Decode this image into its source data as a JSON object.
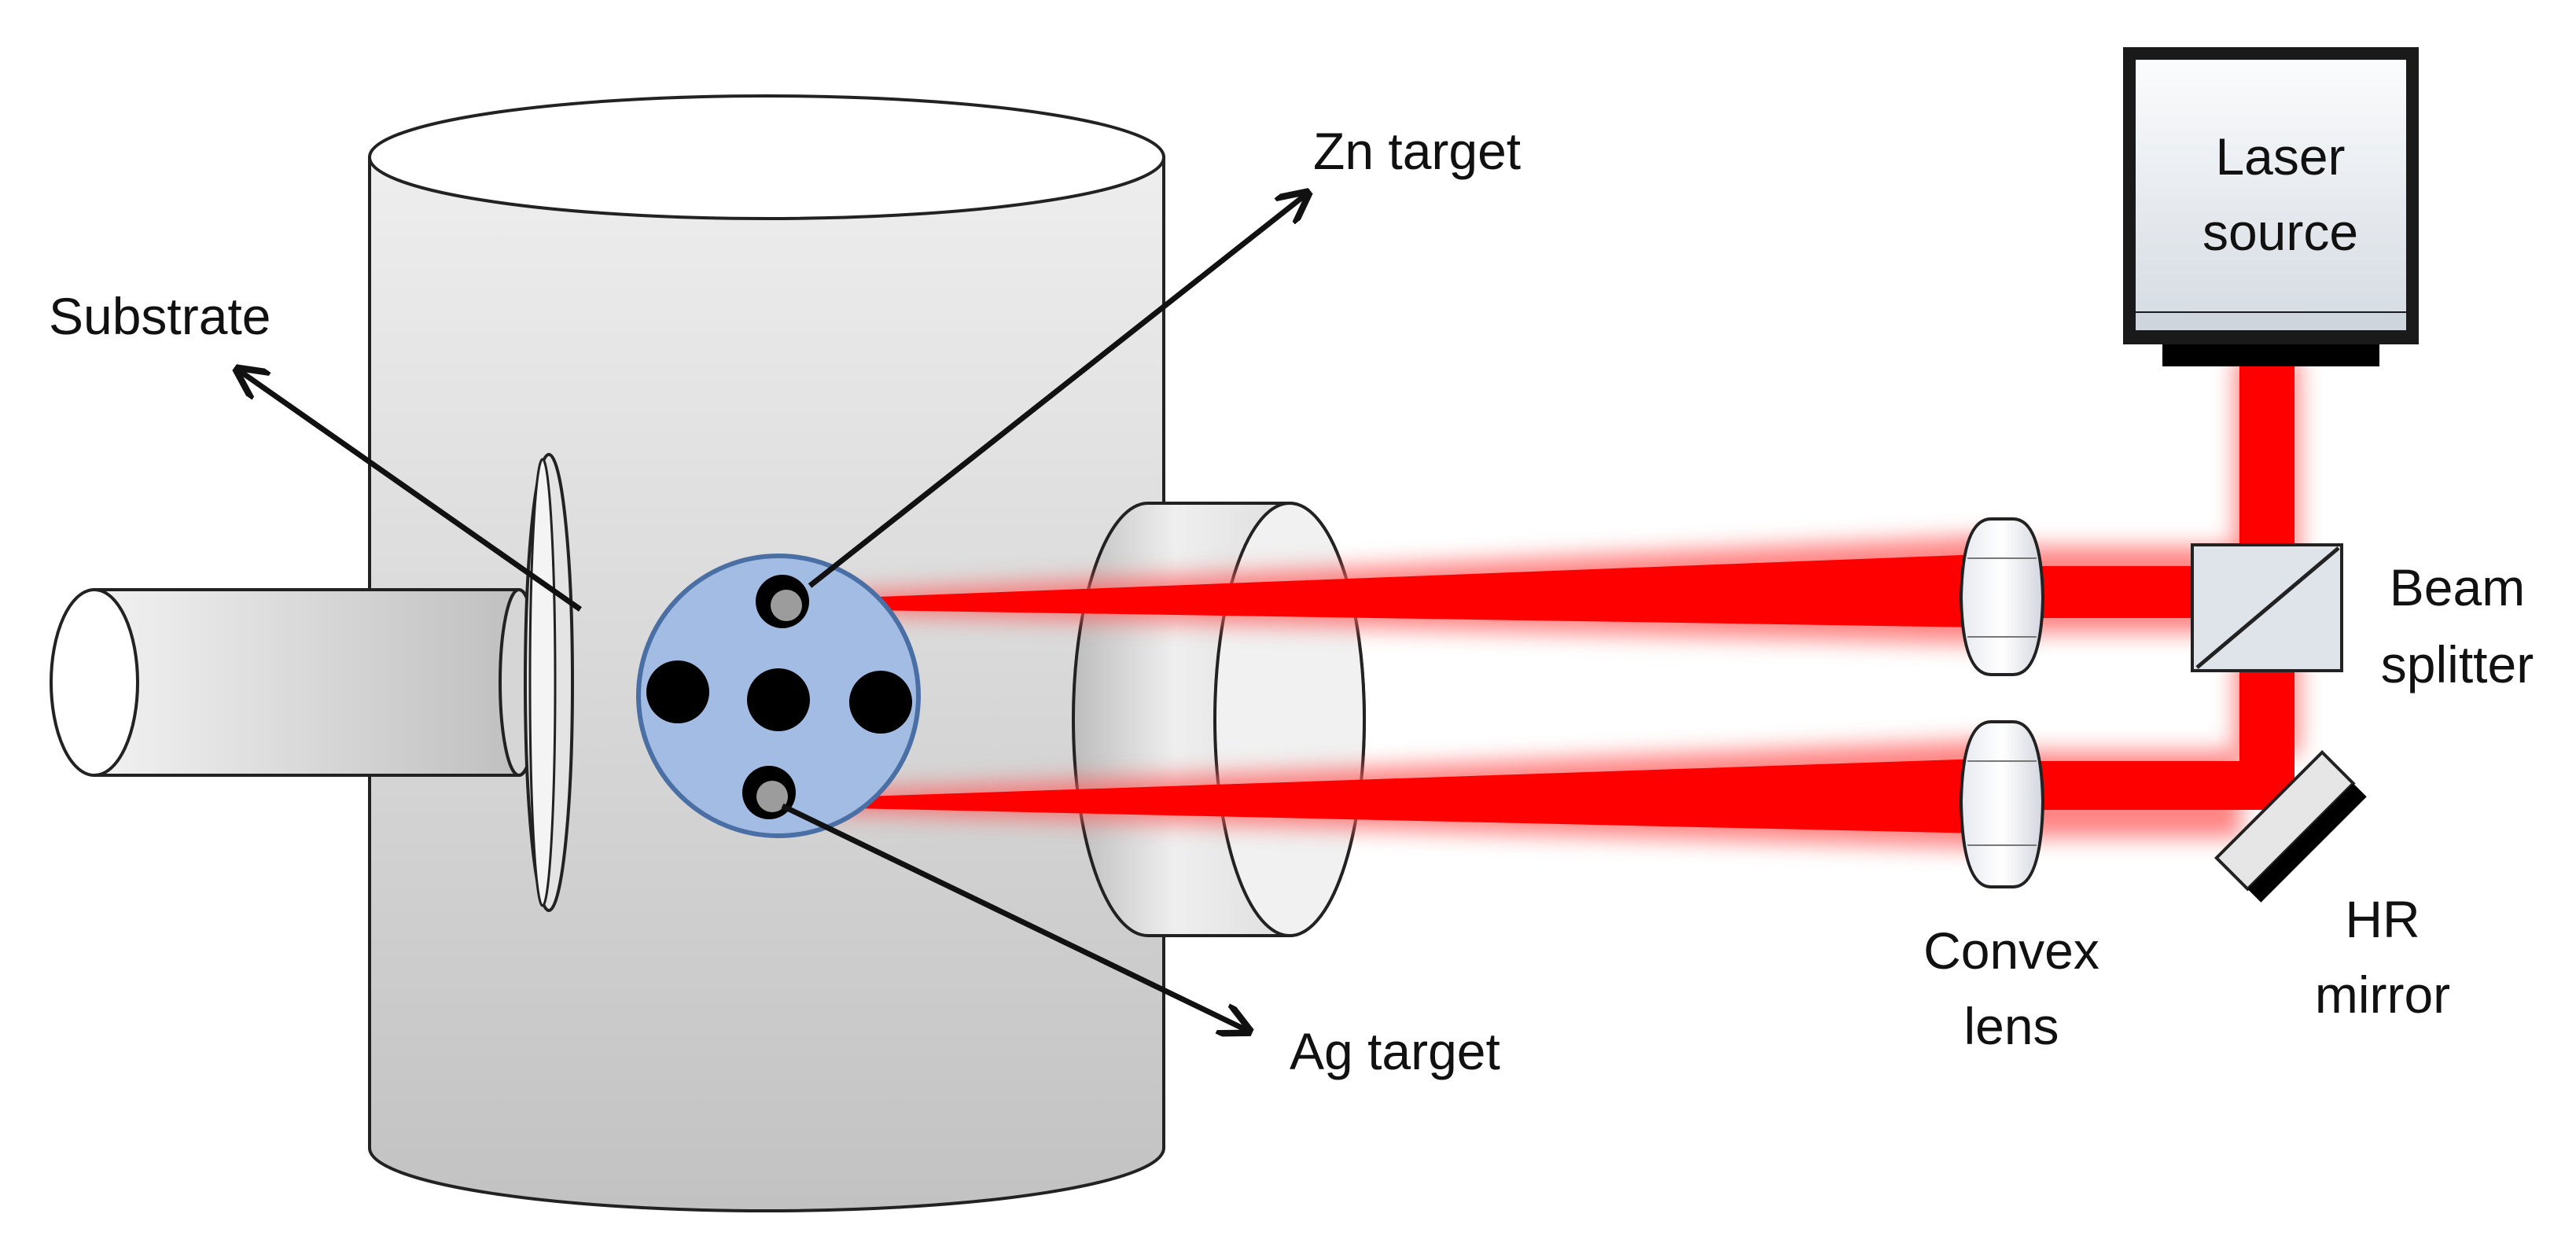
{
  "labels": {
    "substrate": "Substrate",
    "zn_target": "Zn target",
    "ag_target": "Ag target",
    "laser_source_line1": "Laser",
    "laser_source_line2": "source",
    "beam_splitter_line1": "Beam",
    "beam_splitter_line2": "splitter",
    "hr_mirror_line1": "HR",
    "hr_mirror_line2": "mirror",
    "convex_lens_line1": "Convex",
    "convex_lens_line2": "lens"
  },
  "icons": {
    "chamber": "vacuum-chamber-cylinder",
    "laser": "laser-source-box",
    "splitter": "cube-beam-splitter",
    "mirror": "hr-mirror-plate",
    "lens": "biconvex-lens",
    "targets": "rotating-target-holder"
  },
  "colors": {
    "laser_beam": "#ff0000",
    "beam_glow": "#ff6a6a",
    "target_holder": "#a3bce3",
    "target_holder_edge": "#4a6fa5",
    "target_dot": "#000000",
    "chamber_fill": "#dedede",
    "outline": "#1a1a1a"
  }
}
